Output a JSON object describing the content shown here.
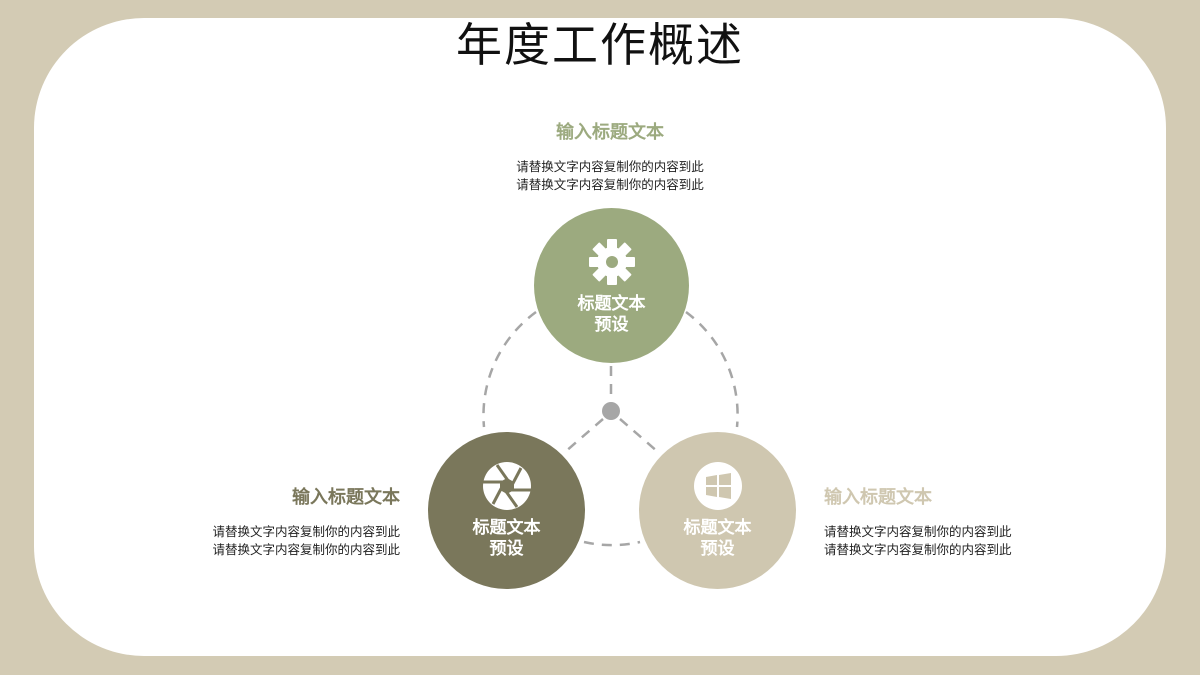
{
  "title": "年度工作概述",
  "colors": {
    "frame": "#d3cbb4",
    "green": "#9caa7f",
    "olive": "#7a775b",
    "beige": "#cfc7b0"
  },
  "nodes": [
    {
      "icon": "gear-icon",
      "line1": "标题文本",
      "line2": "预设"
    },
    {
      "icon": "aperture-icon",
      "line1": "标题文本",
      "line2": "预设"
    },
    {
      "icon": "windows-icon",
      "line1": "标题文本",
      "line2": "预设"
    }
  ],
  "blocks": [
    {
      "heading": "输入标题文本",
      "line1": "请替换文字内容复制你的内容到此",
      "line2": "请替换文字内容复制你的内容到此"
    },
    {
      "heading": "输入标题文本",
      "line1": "请替换文字内容复制你的内容到此",
      "line2": "请替换文字内容复制你的内容到此"
    },
    {
      "heading": "输入标题文本",
      "line1": "请替换文字内容复制你的内容到此",
      "line2": "请替换文字内容复制你的内容到此"
    }
  ]
}
